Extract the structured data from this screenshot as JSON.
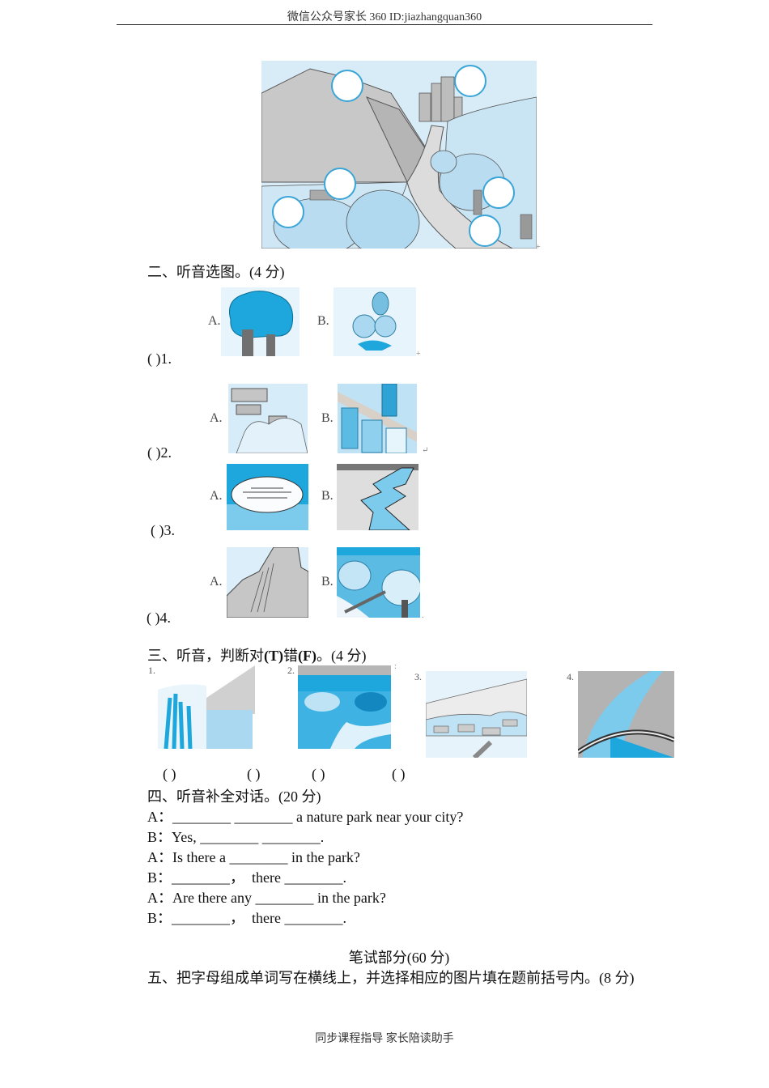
{
  "header": {
    "text": "微信公众号家长 360 ID:jiazhangquan360"
  },
  "scene_picture": {
    "description": "landscape with mountain, city, river, road, trees and blank circles",
    "blank_circles": 6
  },
  "section2": {
    "title": "二、听音选图。(4 分)",
    "questions": [
      {
        "bracket": "(        )1.",
        "a_label": "A.",
        "b_label": "B.",
        "a_image": "tree",
        "b_image": "flowers-butterfly"
      },
      {
        "bracket": "(        )2.",
        "a_label": "A.",
        "b_label": "B.",
        "a_image": "village-houses",
        "b_image": "city-buildings"
      },
      {
        "bracket": "(        )3.",
        "a_label": "A.",
        "b_label": "B.",
        "a_image": "lake",
        "b_image": "river"
      },
      {
        "bracket": "(        )4.",
        "a_label": "A.",
        "b_label": "B.",
        "a_image": "mountain",
        "b_image": "forest-bridge"
      }
    ]
  },
  "section3": {
    "title_parts": [
      "三、听音，判断对",
      "(T)",
      "错",
      "(F)",
      "。(4 分)"
    ],
    "items": [
      {
        "num": "1.",
        "image": "lake-reeds",
        "bracket": "(   )"
      },
      {
        "num": "2.",
        "image": "forest-river",
        "bracket": "(   )"
      },
      {
        "num": "3.",
        "image": "village-hills",
        "bracket": "(   )"
      },
      {
        "num": "4.",
        "image": "river-bridge",
        "bracket": "(   )"
      }
    ]
  },
  "section4": {
    "title": "四、听音补全对话。(20 分)",
    "lines": [
      "A：________ ________ a nature park near your city?",
      "B：Yes, ________ ________.",
      "A：Is there a ________ in the park?",
      "B：________，  there ________.",
      "A：Are there any ________ in the park?",
      "B：________，  there ________."
    ]
  },
  "written_part": {
    "title": "笔试部分(60 分)"
  },
  "section5": {
    "title": "五、把字母组成单词写在横线上，并选择相应的图片填在题前括号内。(8 分)"
  },
  "footer": {
    "text": "同步课程指导 家长陪读助手"
  },
  "colors": {
    "sky": "#d4ebf7",
    "blue": "#1ea7dc",
    "light_blue": "#a9d8f0",
    "gray": "#b9b9b9",
    "dark_gray": "#6e6e6e"
  }
}
